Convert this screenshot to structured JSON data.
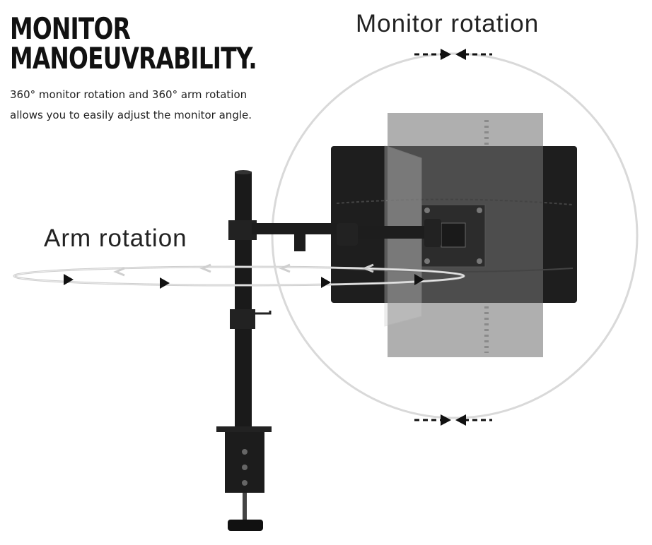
{
  "headline": {
    "line1": "MONITOR",
    "line2": "MANOEUVRABILITY."
  },
  "description": {
    "line1": "360° monitor rotation and 360° arm rotation",
    "line2": "allows you to easily adjust the monitor angle."
  },
  "labels": {
    "monitor_rotation": "Monitor rotation",
    "arm_rotation": "Arm rotation"
  },
  "colors": {
    "text": "#111111",
    "guide_line": "#d9d9d9",
    "arrow": "#111111",
    "monitor": "#1c1c1c",
    "rotated_monitor": "#9a9a9a",
    "pole": "#1a1a1a"
  }
}
